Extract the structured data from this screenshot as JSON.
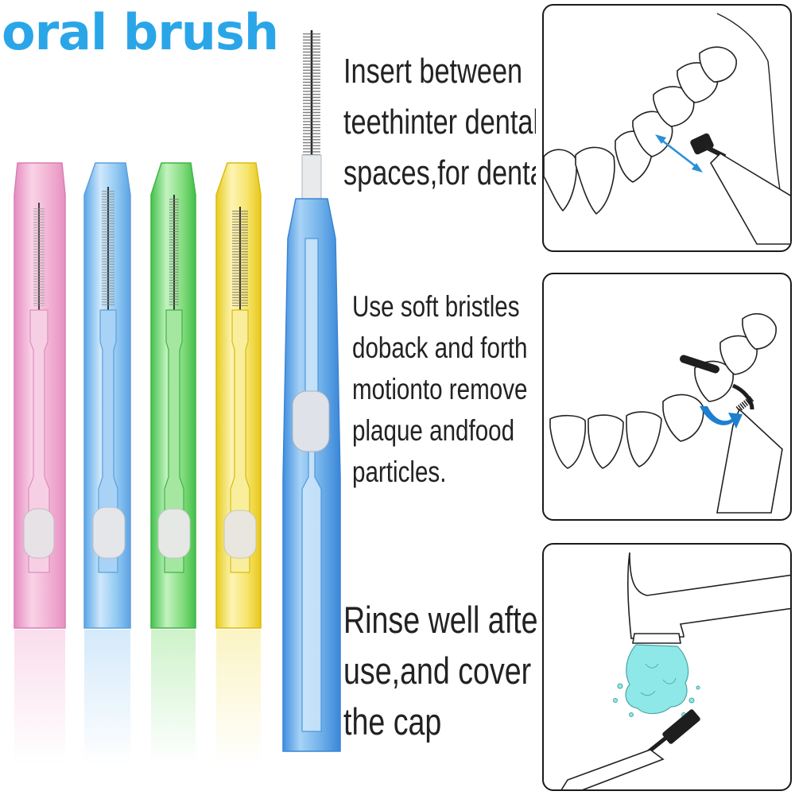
{
  "title": "oral brush",
  "steps": [
    {
      "lines": [
        "Insert between",
        "teethinter dental",
        "spaces,for dental"
      ]
    },
    {
      "lines": [
        "Use soft bristles",
        "doback and forth",
        "motionto remove",
        "plaque andfood",
        "particles."
      ]
    },
    {
      "lines": [
        "Rinse well after",
        "use,and cover",
        "the cap"
      ]
    }
  ],
  "colors": {
    "title": "#2aa6e8",
    "brush_pink": "#f4b6d6",
    "brush_blue": "#8ec8f4",
    "brush_green": "#7ddc76",
    "brush_yellow": "#f6e36a",
    "large_brush": "#6fb1e8",
    "arrow": "#2a8fd8",
    "water": "#8ee8e8"
  },
  "icons": [
    "pink-brush-icon",
    "blue-brush-icon",
    "green-brush-icon",
    "yellow-brush-icon",
    "large-blue-brush-icon",
    "teeth-insert-illustration-icon",
    "teeth-scrub-illustration-icon",
    "rinse-faucet-illustration-icon"
  ]
}
